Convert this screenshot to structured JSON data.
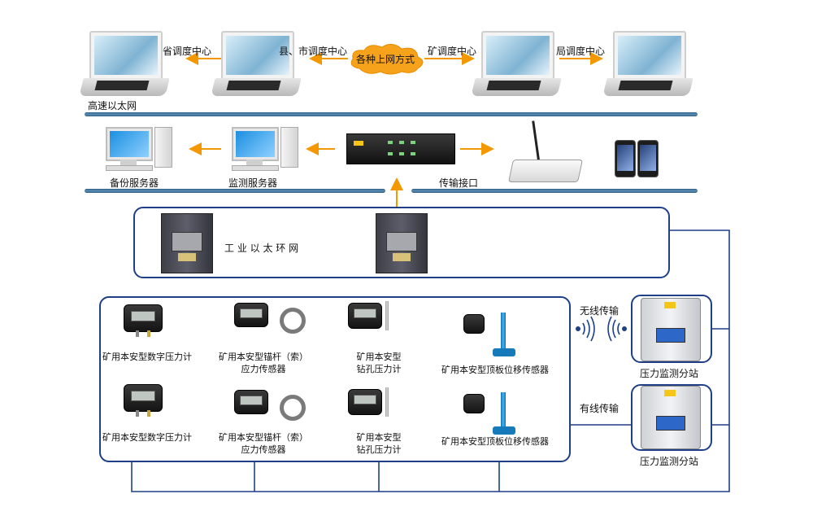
{
  "top_row": {
    "province": "省调度中心",
    "county_city": "县、市调度中心",
    "internet": "各种上网方式",
    "mine": "矿调度中心",
    "bureau": "局调度中心",
    "ethernet": "高速以太网"
  },
  "server_row": {
    "backup": "备份服务器",
    "monitor": "监测服务器",
    "interface": "传输接口"
  },
  "ring": {
    "label": "工 业 以 太 环 网"
  },
  "sensors": {
    "digital_gauge": "矿用本安型数字压力计",
    "anchor_line1": "矿用本安型锚杆（索）",
    "anchor_line2": "应力传感器",
    "drill_line1": "矿用本安型",
    "drill_line2": "钻孔压力计",
    "roof": "矿用本安型顶板位移传感器"
  },
  "links": {
    "wireless": "无线传输",
    "wired": "有线传输"
  },
  "station": {
    "label": "压力监测分站"
  },
  "colors": {
    "arrow": "#f39800",
    "frame": "#1f3f86",
    "bar": "#2d5f86",
    "cloud": "#f7a21b"
  }
}
